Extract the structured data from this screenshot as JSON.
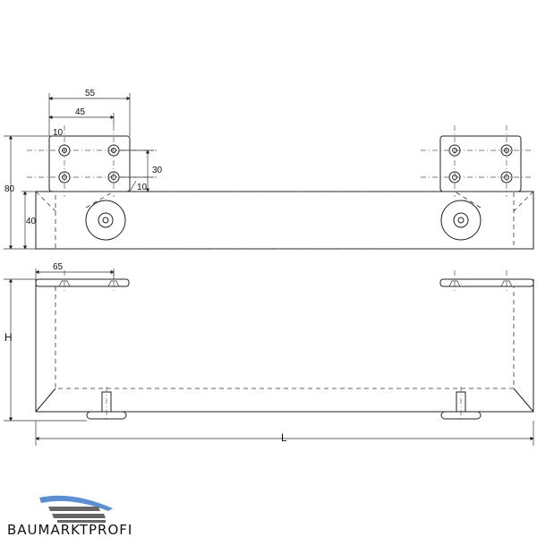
{
  "dimensions": {
    "d55": "55",
    "d45": "45",
    "d10a": "10",
    "d30": "30",
    "d10b": "10",
    "d80": "80",
    "d40": "40",
    "d65": "65",
    "h": "H",
    "l": "L"
  },
  "brand": {
    "name": "BAUMARKTPROFI",
    "colors": {
      "accent": "#5b8fd1",
      "dark": "#555555"
    }
  }
}
